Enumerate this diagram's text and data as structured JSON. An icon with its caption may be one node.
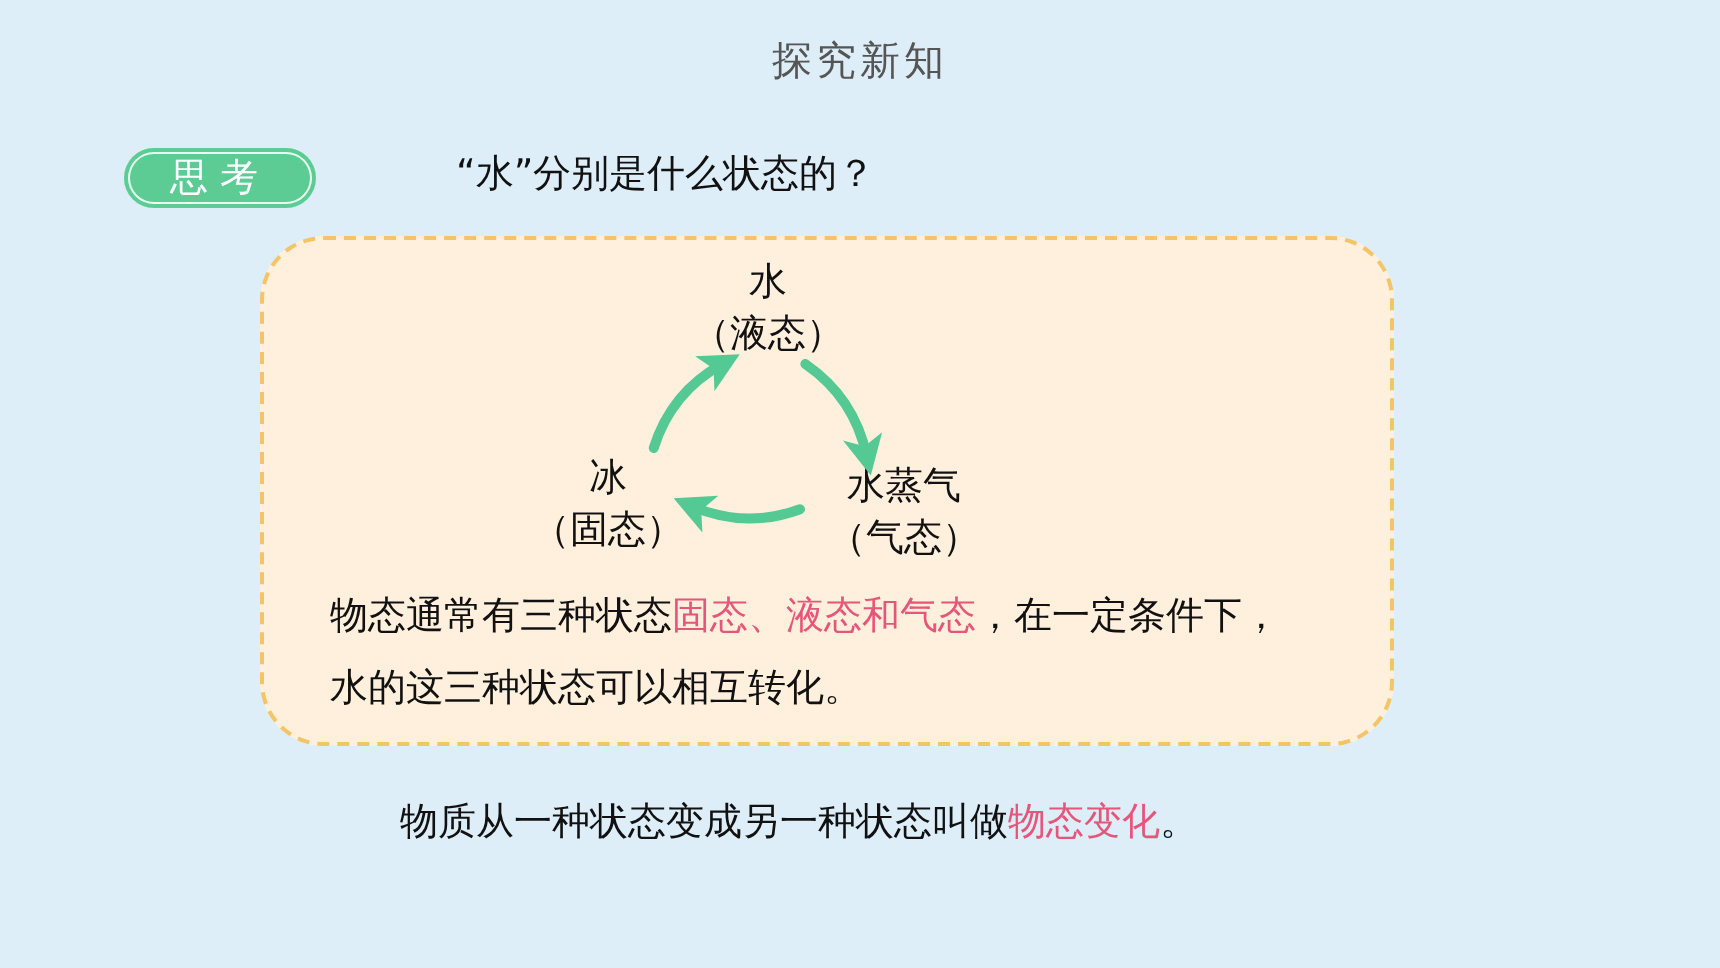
{
  "diagram": {
    "title": "探究新知",
    "nodes": [
      {
        "text": [
          "思考"
        ]
      },
      {
        "text": [
          "物态通常有三种状态**固态、液态和气态**，在一定条件下，水的这三种状态可以相互转化。"
        ]
      },
      {
        "text": [
          "水",
          "（液态）"
        ],
        "in": 1
      },
      {
        "text": [
          "水蒸气",
          "（气态）"
        ],
        "in": 1
      },
      {
        "text": [
          "冰",
          "（固态）"
        ],
        "in": 1
      }
    ],
    "edges": [
      {
        "from": 4,
        "to": 2,
        "arrow": "to"
      },
      {
        "from": 2,
        "to": 3,
        "arrow": "to"
      },
      {
        "from": 3,
        "to": 4,
        "arrow": "to"
      }
    ],
    "labels": [
      "“水”分别是什么状态的？",
      "物质从一种状态变成另一种状态叫做**物态变化**。"
    ]
  }
}
